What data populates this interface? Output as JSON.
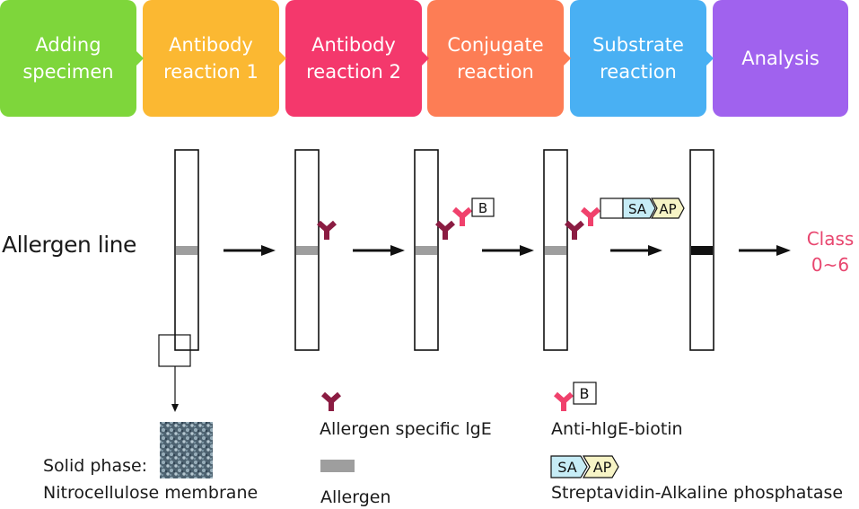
{
  "steps": [
    {
      "label": "Adding\nspecimen",
      "color": "#7ed63b"
    },
    {
      "label": "Antibody\nreaction 1",
      "color": "#fbb832"
    },
    {
      "label": "Antibody\nreaction 2",
      "color": "#f4386c"
    },
    {
      "label": "Conjugate\nreaction",
      "color": "#fd7d55"
    },
    {
      "label": "Substrate\nreaction",
      "color": "#49b0f3"
    },
    {
      "label": "Analysis",
      "color": "#a062ee"
    }
  ],
  "allergen_line_label": "Allergen line",
  "result_label": "Class\n0~6",
  "strip_tags": {
    "biotin": "B",
    "streptavidin": "SA",
    "phosphatase": "AP"
  },
  "legend": {
    "solid_phase": "Solid phase:",
    "membrane": "Nitrocellulose membrane",
    "ige": "Allergen specific lgE",
    "allergen": "Allergen",
    "anti_ige": "Anti-hlgE-biotin",
    "sa_ap": "Streptavidin-Alkaline phosphatase"
  },
  "colors": {
    "ige": "#8b1c42",
    "anti_ige": "#f0416c",
    "allergen_band": "#9e9e9e",
    "developed_band": "#111111",
    "sa_fill": "#c6ecf6",
    "ap_fill": "#f7f4c6",
    "result_text": "#e8466f"
  },
  "icons": [
    "y-antibody-icon",
    "y-antibody-pink-icon",
    "biotin-tag-icon",
    "arrow-right-icon",
    "membrane-texture-icon"
  ]
}
